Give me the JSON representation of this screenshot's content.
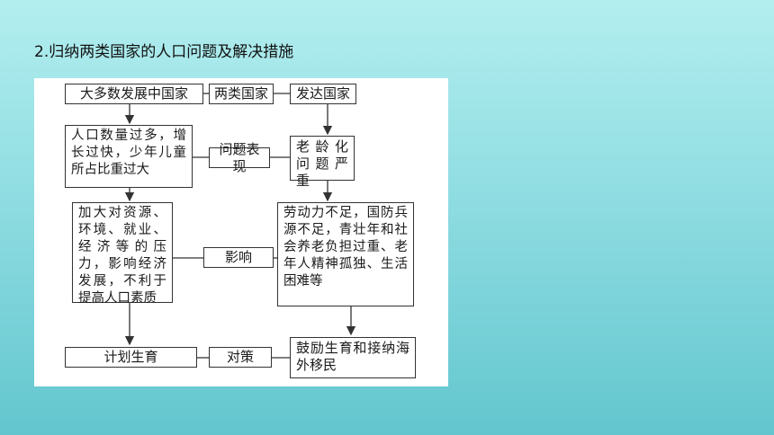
{
  "title": "2.归纳两类国家的人口问题及解决措施",
  "diagram": {
    "left_col": {
      "header": "大多数发展中国家",
      "problem": "人口数量过多，增长过快，少年儿童所占比重过大",
      "impact": "加大对资源、环境、就业、经济等的压力，影响经济发展，不利于提高人口素质",
      "measure": "计划生育"
    },
    "middle_col": {
      "header": "两类国家",
      "problem": "问题表现",
      "impact": "影响",
      "measure": "对策"
    },
    "right_col": {
      "header": "发达国家",
      "problem": "老龄化问题严重",
      "impact": "劳动力不足，国防兵源不足，青壮年和社会养老负担过重、老年人精神孤独、生活困难等",
      "measure": "鼓励生育和接纳海外移民"
    },
    "line_color": "#333333"
  }
}
